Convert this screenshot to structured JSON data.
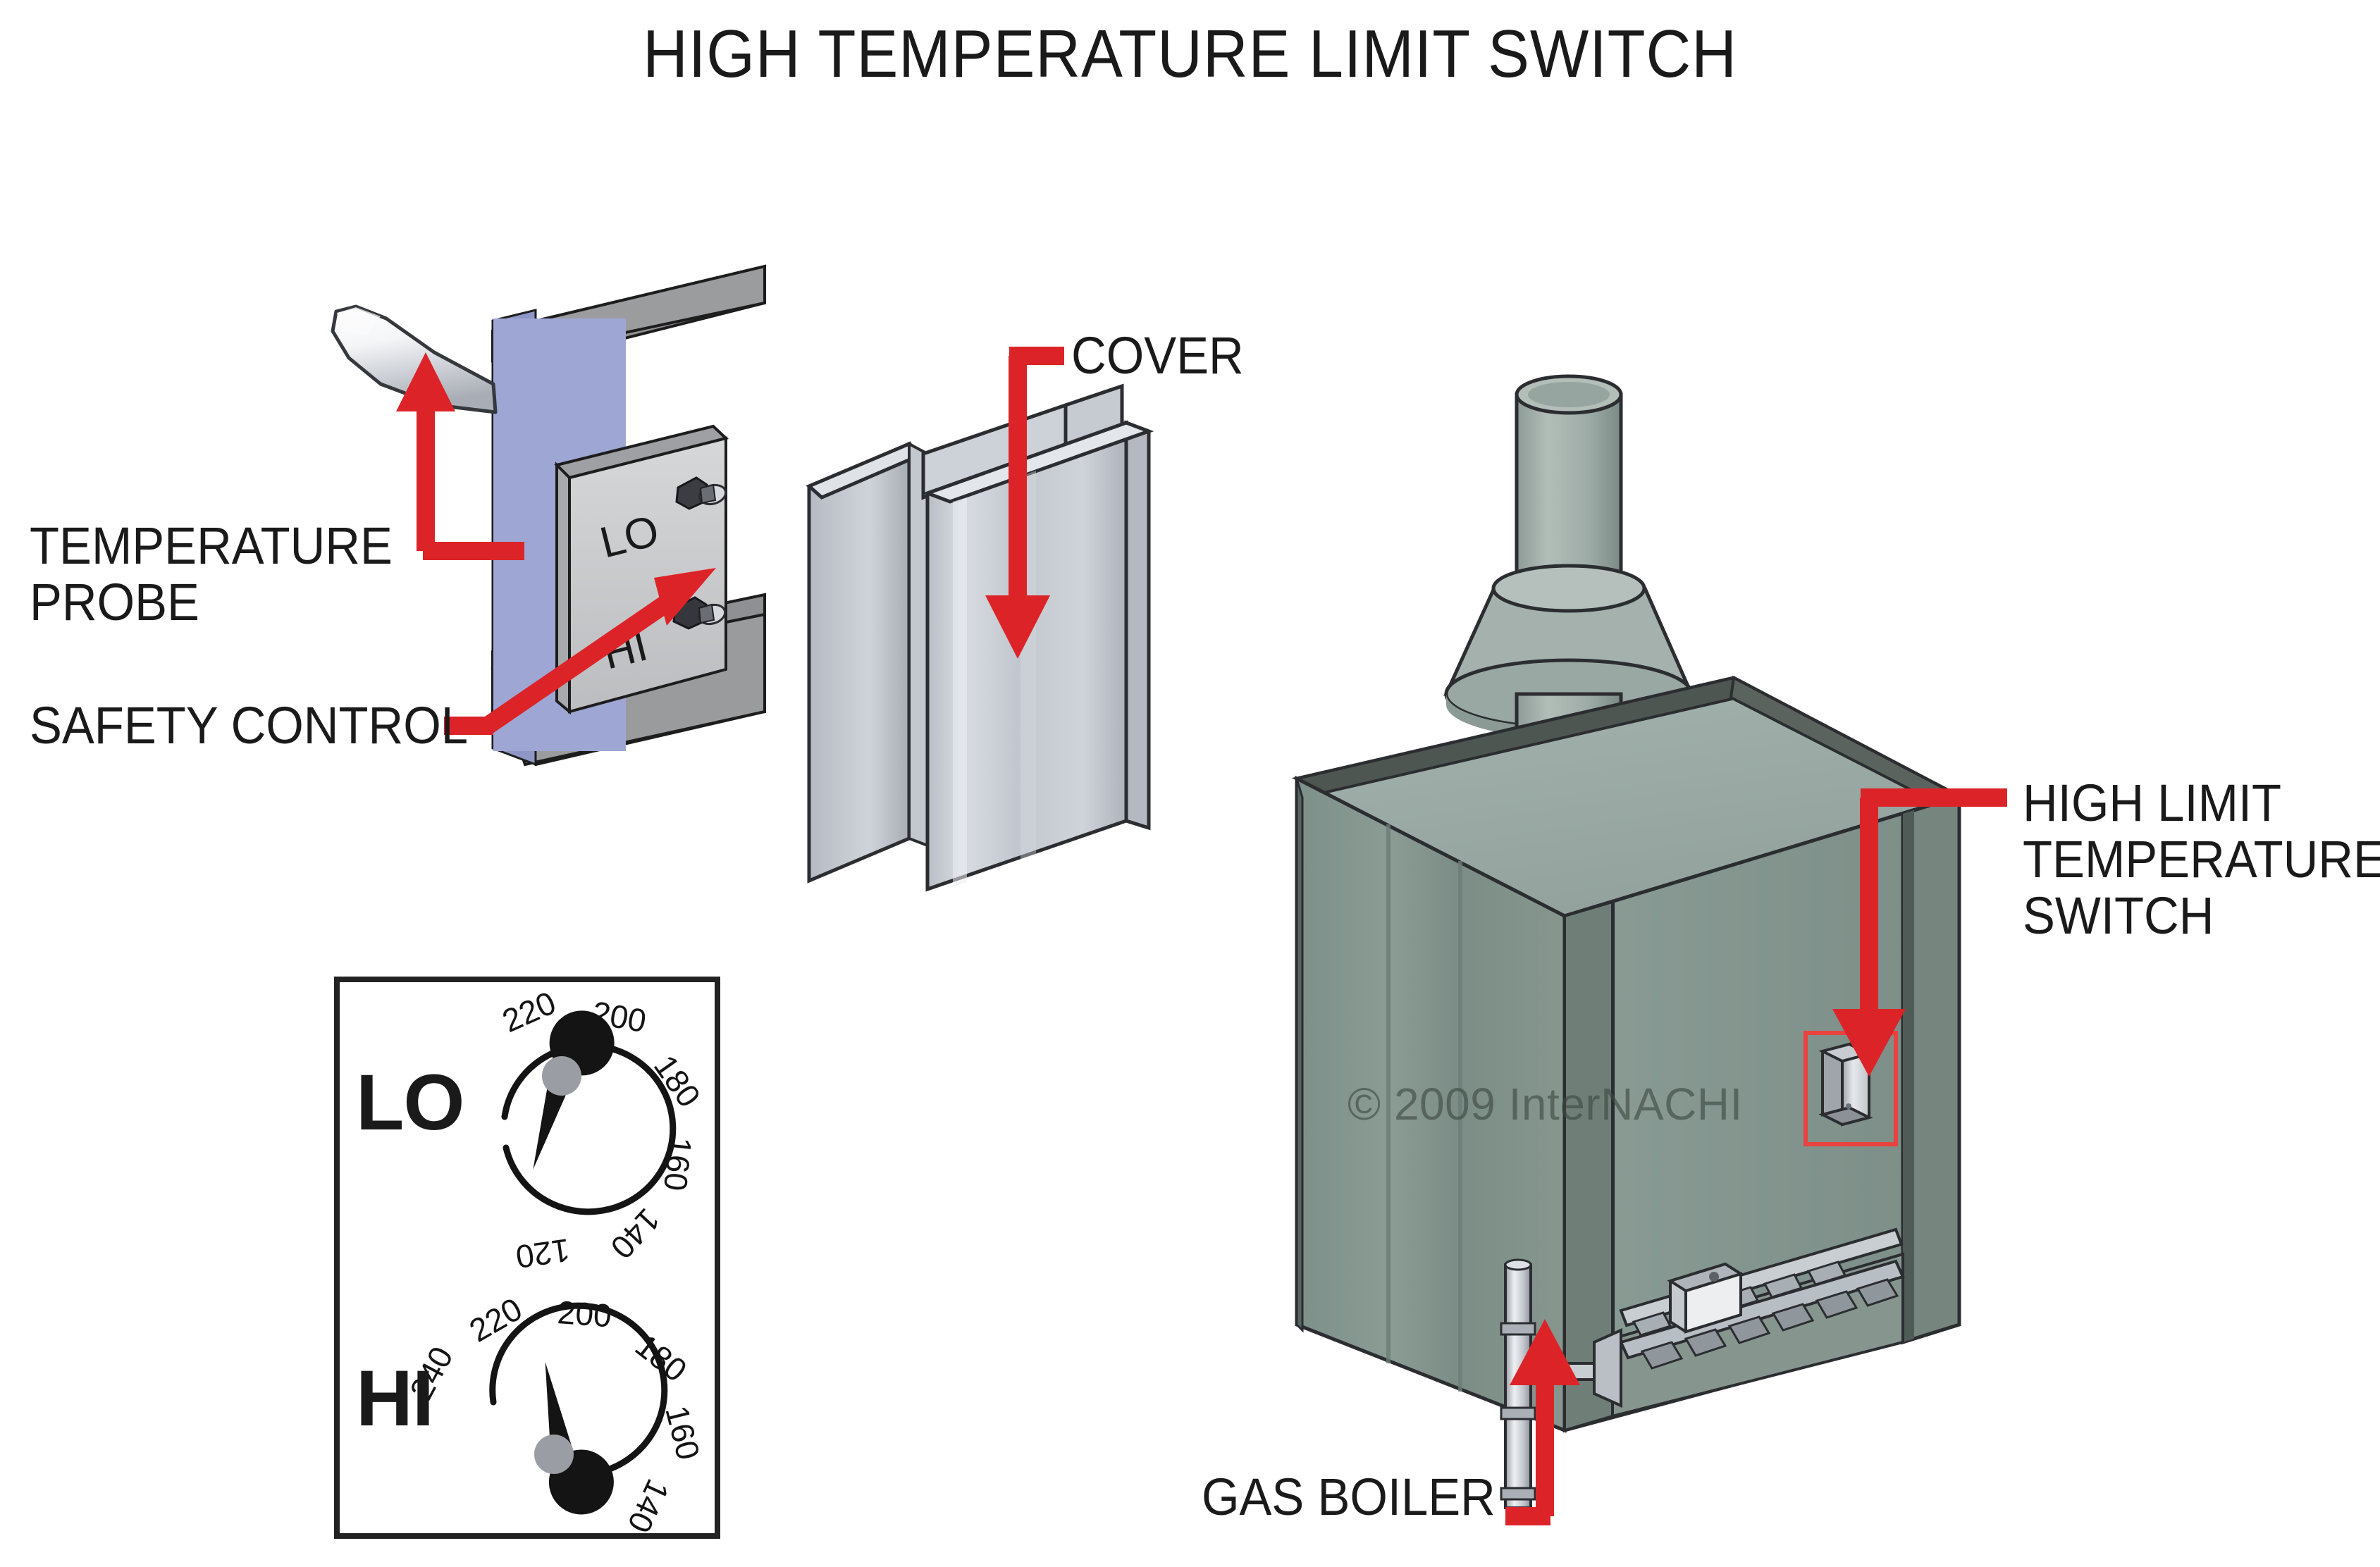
{
  "page": {
    "title": "HIGH TEMPERATURE LIMIT SWITCH",
    "background_color": "#FFFFFF",
    "accent_red": "#DC2428",
    "watermark": "© 2009  InterNACHI"
  },
  "callouts": {
    "temperature_probe_line1": "TEMPERATURE",
    "temperature_probe_line2": "PROBE",
    "safety_control": "SAFETY CONTROL",
    "cover": "COVER",
    "high_limit_line1": "HIGH LIMIT",
    "high_limit_line2": "TEMPERATURE",
    "high_limit_line3": "SWITCH",
    "gas_boiler": "GAS BOILER"
  },
  "safety_control_box": {
    "lo_label": "LO",
    "hi_label": "HI",
    "plate_color": "#9EA6D4",
    "box_color": "#C9CACC"
  },
  "cover": {
    "name": "COVER",
    "color": "#BFC4CB"
  },
  "boiler": {
    "name": "GAS BOILER",
    "front_color": "#788B7F",
    "top_color": "#9EAEA9",
    "flue_color": "#9AA8A4",
    "switch_cover_color": "#D4D8DC",
    "highlight_box_color": "#E8433E"
  },
  "dial_panel": {
    "border_color": "#222222",
    "rows": [
      {
        "name": "LO",
        "label": "LO",
        "scale": [
          "220",
          "200",
          "180",
          "160",
          "140",
          "120"
        ],
        "pointer_value": "120",
        "pointer_angle_deg": 190,
        "arc_start_deg": 200,
        "arc_end_deg": 520
      },
      {
        "name": "HI",
        "label": "HI",
        "scale": [
          "240",
          "220",
          "200",
          "180",
          "160",
          "140"
        ],
        "pointer_value": "210",
        "pointer_angle_deg": 272,
        "arc_start_deg": 160,
        "arc_end_deg": 440
      }
    ]
  }
}
